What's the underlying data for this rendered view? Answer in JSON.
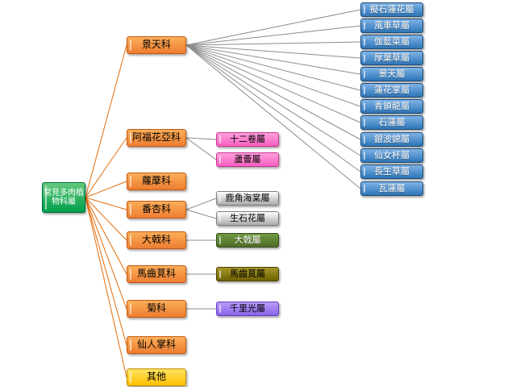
{
  "root": {
    "label": "常見多肉植物科屬"
  },
  "families": [
    "景天科",
    "阿福花亞科",
    "蘿藦科",
    "番杏科",
    "大戟科",
    "馬齒莧科",
    "菊科",
    "仙人掌科",
    "其他"
  ],
  "genera": {
    "crassulaceae": [
      "擬石蓮花屬",
      "風車草屬",
      "伽藍菜屬",
      "厚葉草屬",
      "景天屬",
      "蓮花掌屬",
      "青鎖龍屬",
      "石蓮屬",
      "銀波錦屬",
      "仙女杯屬",
      "長生草屬",
      "瓦蓮屬"
    ],
    "asphodeloideae": [
      "十二卷屬",
      "蘆薈屬"
    ],
    "aizoaceae": [
      "鹿角海棠屬",
      "生石花屬"
    ],
    "euphorbiaceae": [
      "大戟屬"
    ],
    "portulacaceae": [
      "馬齒莧屬"
    ],
    "asteraceae": [
      "千里光屬"
    ]
  },
  "colors": {
    "green-top": "#63c97e",
    "green-bottom": "#00a04c",
    "green-border": "#00703a",
    "orange-top": "#fcae5a",
    "orange-bottom": "#ed7d31",
    "orange-border": "#c55a11",
    "yellow-top": "#ffe264",
    "yellow-bottom": "#ffc000",
    "yellow-border": "#bf9000",
    "blue-top": "#7eb3e8",
    "blue-bottom": "#2e75b6",
    "blue-border": "#1f4e79",
    "pink-top": "#ff9fdc",
    "pink-bottom": "#f75fc0",
    "pink-border": "#c9368f",
    "gray-top": "#ffffff",
    "gray-bottom": "#ababab",
    "gray-border": "#7f7f7f",
    "dkgreen-top": "#6f9940",
    "dkgreen-bottom": "#4f6e28",
    "dkgreen-border": "#37491b",
    "olive-top": "#a5962a",
    "olive-bottom": "#6e6200",
    "olive-border": "#4a4200",
    "purple-top": "#b79dfb",
    "purple-bottom": "#8a63e8",
    "purple-border": "#5f3dc4",
    "line-orange": "#e36c0a",
    "line-gray": "#8c8c8c"
  }
}
